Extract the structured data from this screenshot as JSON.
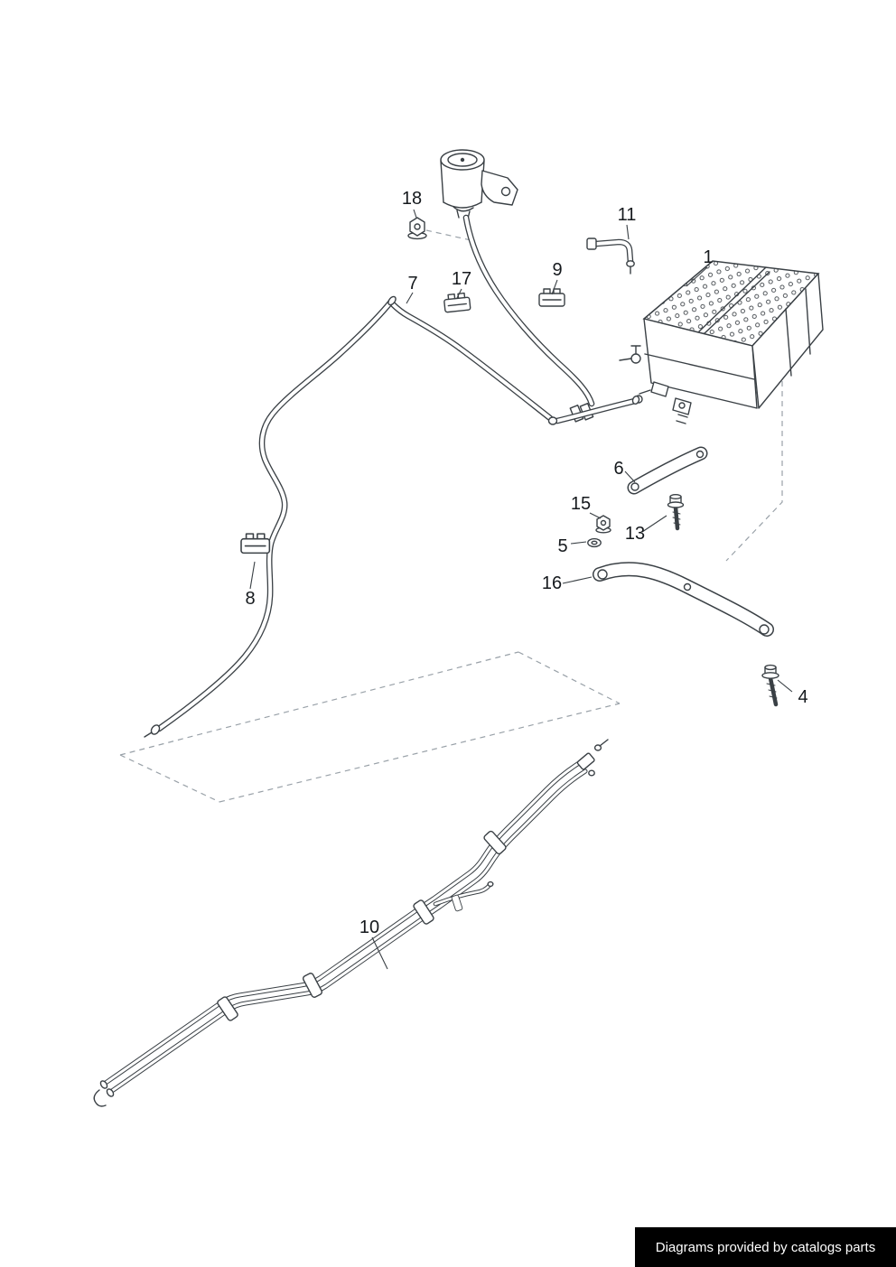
{
  "footer": {
    "text": "Diagrams provided by catalogs parts"
  },
  "colors": {
    "line": "#3a4045",
    "label": "#15191d",
    "dash": "#99a1a8",
    "footer_bg": "#000000",
    "footer_fg": "#ffffff",
    "background": "#ffffff"
  },
  "parts": [
    {
      "label": "1"
    },
    {
      "label": "4"
    },
    {
      "label": "5"
    },
    {
      "label": "6"
    },
    {
      "label": "7"
    },
    {
      "label": "8"
    },
    {
      "label": "9"
    },
    {
      "label": "10"
    },
    {
      "label": "11"
    },
    {
      "label": "13"
    },
    {
      "label": "15"
    },
    {
      "label": "16"
    },
    {
      "label": "17"
    },
    {
      "label": "18"
    }
  ]
}
